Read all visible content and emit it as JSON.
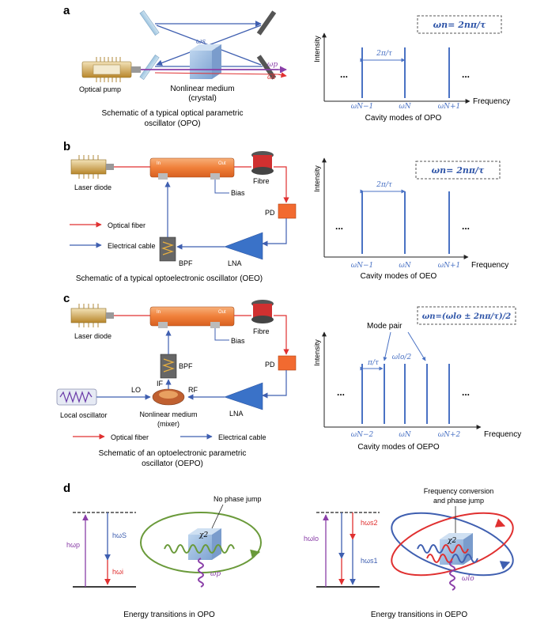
{
  "colors": {
    "blue": "#3f5fb0",
    "mode_blue": "#4a72c4",
    "red": "#e03030",
    "purple": "#8a3fa8",
    "green": "#6a9a3a",
    "crystal": "#9ab8dc",
    "pump_gold": "#c89a3a",
    "formula_blue": "#2f55a8"
  },
  "panel_a": {
    "letter": "a",
    "omega_s": "ωs",
    "omega_p": "ωp",
    "omega_i": "ωi",
    "optical_pump": "Optical pump",
    "medium_line1": "Nonlinear medium",
    "medium_line2": "(crystal)",
    "caption1": "Schematic of a typical optical parametric",
    "caption2": "oscillator (OPO)",
    "chart_formula": "ωn= 2nπ/τ",
    "spacing": "2π/τ",
    "ylabel": "Intensity",
    "xlabel": "Frequency",
    "dots": "...",
    "tick_labels": [
      "ωN−1",
      "ωN",
      "ωN+1"
    ],
    "chart_caption": "Cavity modes of OPO"
  },
  "panel_b": {
    "letter": "b",
    "in": "In",
    "out": "Out",
    "fibre": "Fibre",
    "laser_diode": "Laser diode",
    "bias": "Bias",
    "pd": "PD",
    "optical_fiber": "Optical fiber",
    "electrical_cable": "Electrical cable",
    "bpf": "BPF",
    "lna": "LNA",
    "caption": "Schematic of a typical optoelectronic oscillator (OEO)",
    "chart_formula": "ωn= 2nπ/τ",
    "spacing": "2π/τ",
    "ylabel": "Intensity",
    "xlabel": "Frequency",
    "dots": "...",
    "tick_labels": [
      "ωN−1",
      "ωN",
      "ωN+1"
    ],
    "chart_caption": "Cavity modes of OEO"
  },
  "panel_c": {
    "letter": "c",
    "in": "In",
    "out": "Out",
    "fibre": "Fibre",
    "laser_diode": "Laser diode",
    "bias": "Bias",
    "pd": "PD",
    "bpf": "BPF",
    "if": "IF",
    "lo": "LO",
    "rf": "RF",
    "lna": "LNA",
    "local_oscillator": "Local oscillator",
    "medium_line1": "Nonlinear medium",
    "medium_line2": "(mixer)",
    "optical_fiber": "Optical fiber",
    "electrical_cable": "Electrical cable",
    "caption1": "Schematic of an optoelectronic parametric",
    "caption2": "oscillator (OEPO)",
    "chart_formula": "ωn=(ωlo ± 2nπ/τ)/2",
    "mode_pair": "Mode pair",
    "spacing": "π/τ",
    "half_lo": "ωlo/2",
    "ylabel": "Intensity",
    "xlabel": "Frequency",
    "dots": "...",
    "tick_labels": [
      "ωN−2",
      "ωN",
      "ωN+2"
    ],
    "chart_caption": "Cavity modes of OEPO"
  },
  "panel_d": {
    "letter": "d",
    "hwp": "hωp",
    "hws": "hωS",
    "hwi": "hωi",
    "no_phase_jump": "No phase jump",
    "chi2": "χ2",
    "wp": "ωp",
    "caption_left": "Energy transitions in OPO",
    "hwlo": "hωlo",
    "hws2": "hωs2",
    "hws1": "hωs1",
    "freq_conv1": "Frequency conversion",
    "freq_conv2": "and phase jump",
    "wlo": "ωlo",
    "caption_right": "Energy transitions in OEPO"
  },
  "chart_data": [
    {
      "type": "bar",
      "title": "ωn= 2nπ/τ",
      "xlabel": "Frequency",
      "ylabel": "Intensity",
      "categories": [
        "ωN−1",
        "ωN",
        "ωN+1"
      ],
      "values": [
        1,
        1,
        1
      ],
      "mode_spacing": "2π/τ",
      "caption": "Cavity modes of OPO"
    },
    {
      "type": "bar",
      "title": "ωn= 2nπ/τ",
      "xlabel": "Frequency",
      "ylabel": "Intensity",
      "categories": [
        "ωN−1",
        "ωN",
        "ωN+1"
      ],
      "values": [
        1,
        1,
        1
      ],
      "mode_spacing": "2π/τ",
      "caption": "Cavity modes of OEO"
    },
    {
      "type": "bar",
      "title": "ωn=(ωlo ± 2nπ/τ)/2",
      "xlabel": "Frequency",
      "ylabel": "Intensity",
      "categories": [
        "ωN−2",
        "",
        "ωN",
        "",
        "ωN+2"
      ],
      "values": [
        1,
        1,
        1,
        1,
        1
      ],
      "mode_spacing": "π/τ",
      "caption": "Cavity modes of OEPO"
    }
  ]
}
